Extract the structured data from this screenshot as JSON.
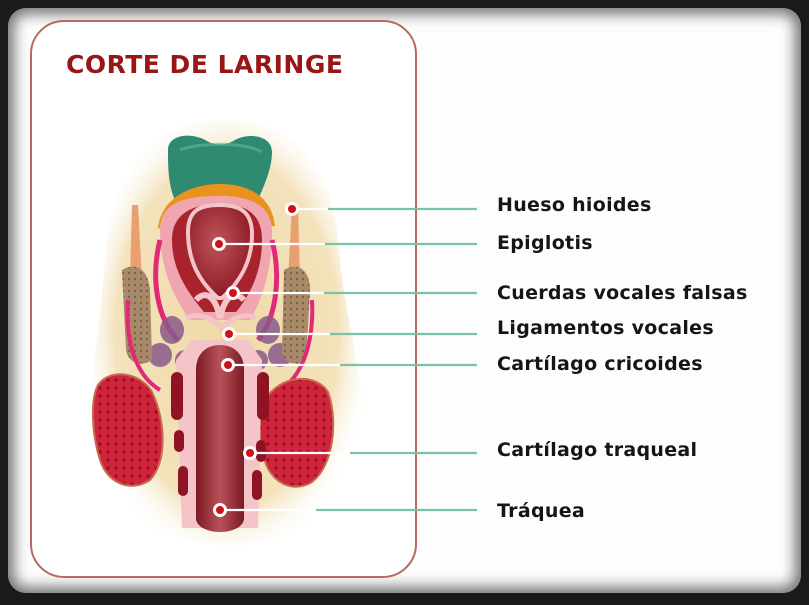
{
  "title": "CORTE DE LARINGE",
  "colors": {
    "title": "#9a1515",
    "card_border": "#b86a5e",
    "leader_line": "#7cc4a0",
    "marker": "#d0101a",
    "background_tissue": "#f0deb0",
    "hyoid_bone": "#2e8a70",
    "cartilage_orange": "#e8941c"
  },
  "labels": [
    {
      "id": "hueso-hioides",
      "text": "Hueso hioides"
    },
    {
      "id": "epiglotis",
      "text": "Epiglotis"
    },
    {
      "id": "cuerdas-vocales-falsas",
      "text": "Cuerdas vocales falsas"
    },
    {
      "id": "ligamentos-vocales",
      "text": "Ligamentos vocales"
    },
    {
      "id": "cartilago-cricoides",
      "text": "Cartílago cricoides"
    },
    {
      "id": "cartilago-traqueal",
      "text": "Cartílago traqueal"
    },
    {
      "id": "traquea",
      "text": "Tráquea"
    }
  ]
}
